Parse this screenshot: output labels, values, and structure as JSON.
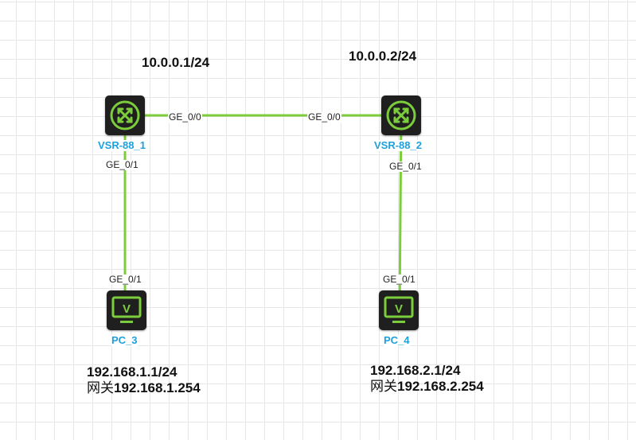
{
  "colors": {
    "link": "#7ccd3c",
    "device_body": "#1f1f1f",
    "device_icon": "#7ccd3c",
    "device_name": "#1ea0dc",
    "text": "#111111",
    "grid": "#e6e6e6"
  },
  "wan_ips": {
    "left": "10.0.0.1/24",
    "right": "10.0.0.2/24"
  },
  "devices": {
    "router1": {
      "name": "VSR-88_1",
      "icon": "router-icon"
    },
    "router2": {
      "name": "VSR-88_2",
      "icon": "router-icon"
    },
    "pc3": {
      "name": "PC_3",
      "icon": "monitor-icon",
      "glyph": "V"
    },
    "pc4": {
      "name": "PC_4",
      "icon": "monitor-icon",
      "glyph": "V"
    }
  },
  "links": {
    "r1_r2": {
      "a_port": "GE_0/0",
      "b_port": "GE_0/0"
    },
    "r1_pc3": {
      "a_port": "GE_0/1",
      "b_port": "GE_0/1"
    },
    "r2_pc4": {
      "a_port": "GE_0/1",
      "b_port": "GE_0/1"
    }
  },
  "pc_notes": {
    "pc3": {
      "ip": "192.168.1.1/24",
      "gateway_prefix": "网关",
      "gateway": "192.168.1.254"
    },
    "pc4": {
      "ip": "192.168.2.1/24",
      "gateway_prefix": "网关",
      "gateway": "192.168.2.254"
    }
  }
}
